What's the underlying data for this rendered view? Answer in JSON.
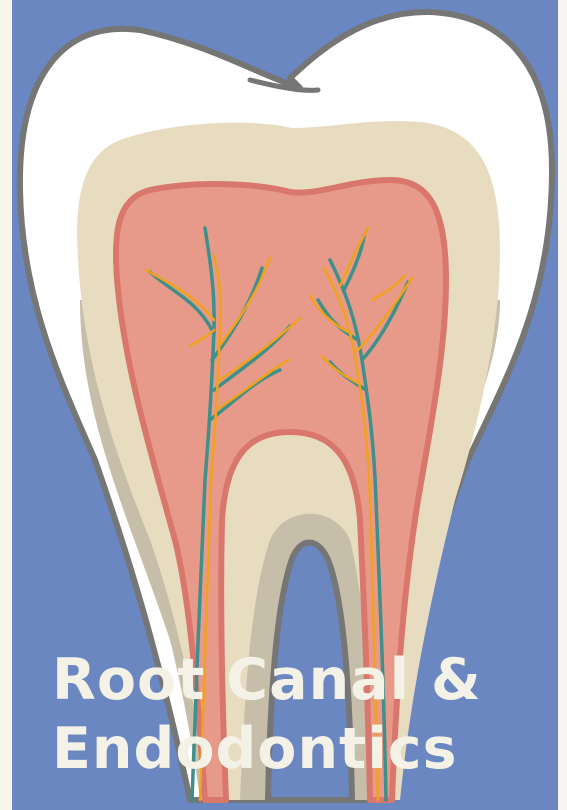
{
  "caption": {
    "line1": "Root Canal &",
    "line2": "Endodontics"
  },
  "colors": {
    "background": "#6a87c1",
    "margin": "#f7f6ee",
    "enamel": "#ffffff",
    "outline": "#767676",
    "dentin": "#e8dcc0",
    "root_shadow": "#c6bea8",
    "pulp": "#e89a8a",
    "pulp_border": "#d9776c",
    "nerve": "#3f8f8a",
    "vessel": "#f0a21c",
    "caption_text": "#f4f2e6"
  },
  "icons": [
    "tooth-illustration",
    "nerve-icon",
    "blood-vessel-icon"
  ]
}
